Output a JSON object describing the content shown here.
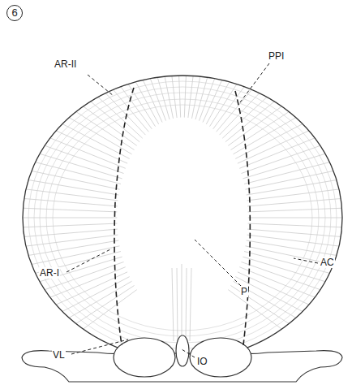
{
  "diagram": {
    "labels": [
      "6",
      "AR-II",
      "PPI",
      "AC",
      "AR-I",
      "P",
      "VL",
      "IO"
    ]
  }
}
